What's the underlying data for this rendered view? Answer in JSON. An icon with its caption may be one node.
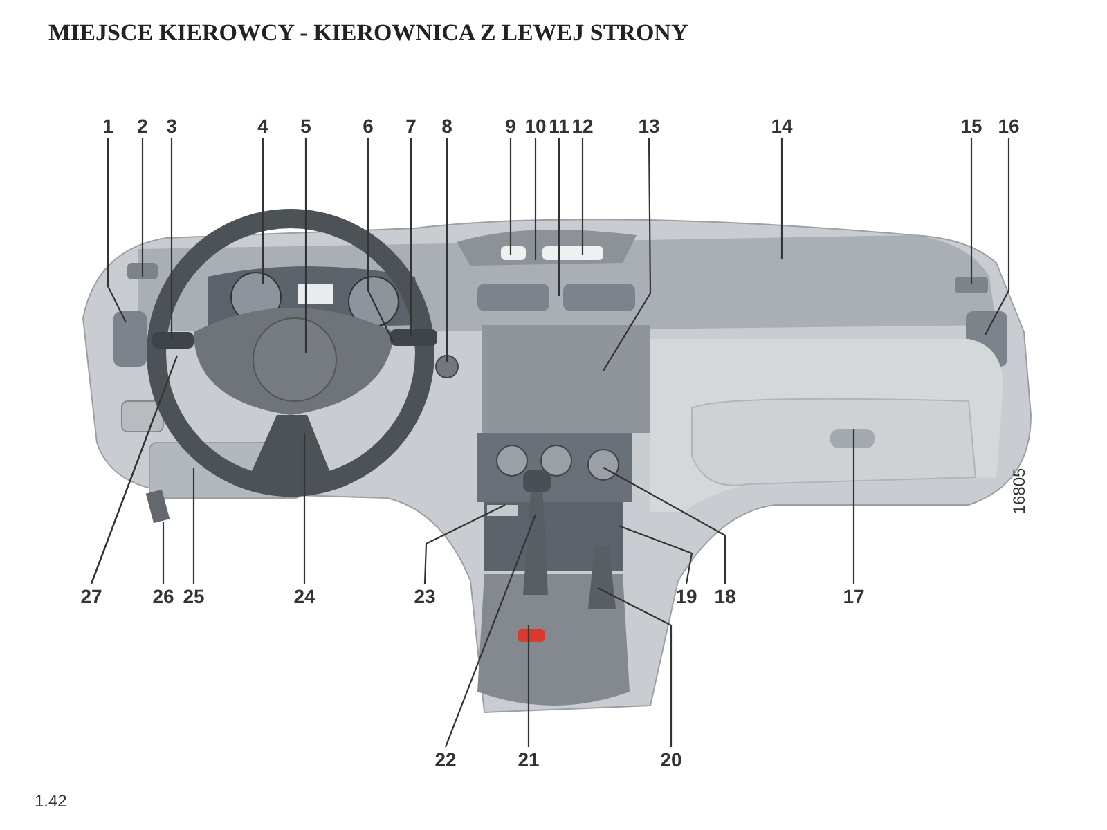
{
  "diagram": {
    "title": "MIEJSCE KIEROWCY - KIEROWNICA Z LEWEJ STRONY",
    "nodes": [
      {
        "text": [
          "1"
        ]
      },
      {
        "text": [
          "2"
        ]
      },
      {
        "text": [
          "3"
        ]
      },
      {
        "text": [
          "4"
        ]
      },
      {
        "text": [
          "5"
        ]
      },
      {
        "text": [
          "6"
        ]
      },
      {
        "text": [
          "7"
        ]
      },
      {
        "text": [
          "8"
        ]
      },
      {
        "text": [
          "9"
        ]
      },
      {
        "text": [
          "10"
        ]
      },
      {
        "text": [
          "11"
        ]
      },
      {
        "text": [
          "12"
        ]
      },
      {
        "text": [
          "13"
        ]
      },
      {
        "text": [
          "14"
        ]
      },
      {
        "text": [
          "15"
        ]
      },
      {
        "text": [
          "16"
        ]
      },
      {
        "text": [
          "17"
        ]
      },
      {
        "text": [
          "18"
        ]
      },
      {
        "text": [
          "19"
        ]
      },
      {
        "text": [
          "20"
        ]
      },
      {
        "text": [
          "21"
        ]
      },
      {
        "text": [
          "22"
        ]
      },
      {
        "text": [
          "23"
        ]
      },
      {
        "text": [
          "24"
        ]
      },
      {
        "text": [
          "25"
        ]
      },
      {
        "text": [
          "26"
        ]
      },
      {
        "text": [
          "27"
        ]
      }
    ],
    "edges": [
      {
        "from": 0,
        "to": null,
        "arrow": "none"
      },
      {
        "from": 1,
        "to": null,
        "arrow": "none"
      },
      {
        "from": 2,
        "to": null,
        "arrow": "none"
      },
      {
        "from": 3,
        "to": null,
        "arrow": "none"
      },
      {
        "from": 4,
        "to": null,
        "arrow": "none"
      },
      {
        "from": 5,
        "to": null,
        "arrow": "none"
      },
      {
        "from": 6,
        "to": null,
        "arrow": "none"
      },
      {
        "from": 7,
        "to": null,
        "arrow": "none"
      },
      {
        "from": 8,
        "to": null,
        "arrow": "none"
      },
      {
        "from": 9,
        "to": null,
        "arrow": "none"
      },
      {
        "from": 10,
        "to": null,
        "arrow": "none"
      },
      {
        "from": 11,
        "to": null,
        "arrow": "none"
      },
      {
        "from": 12,
        "to": null,
        "arrow": "none"
      },
      {
        "from": 13,
        "to": null,
        "arrow": "none"
      },
      {
        "from": 14,
        "to": null,
        "arrow": "none"
      },
      {
        "from": 15,
        "to": null,
        "arrow": "none"
      },
      {
        "from": 16,
        "to": null,
        "arrow": "none"
      },
      {
        "from": 17,
        "to": null,
        "arrow": "none"
      },
      {
        "from": 18,
        "to": null,
        "arrow": "none"
      },
      {
        "from": 19,
        "to": null,
        "arrow": "none"
      },
      {
        "from": 20,
        "to": null,
        "arrow": "none"
      },
      {
        "from": 21,
        "to": null,
        "arrow": "none"
      },
      {
        "from": 22,
        "to": null,
        "arrow": "none"
      },
      {
        "from": 23,
        "to": null,
        "arrow": "none"
      },
      {
        "from": 24,
        "to": null,
        "arrow": "none"
      },
      {
        "from": 25,
        "to": null,
        "arrow": "none"
      },
      {
        "from": 26,
        "to": null,
        "arrow": "none"
      },
      {
        "from": 26,
        "to": null,
        "arrow": "none"
      }
    ],
    "labels": [
      "16805",
      "1.42"
    ]
  }
}
